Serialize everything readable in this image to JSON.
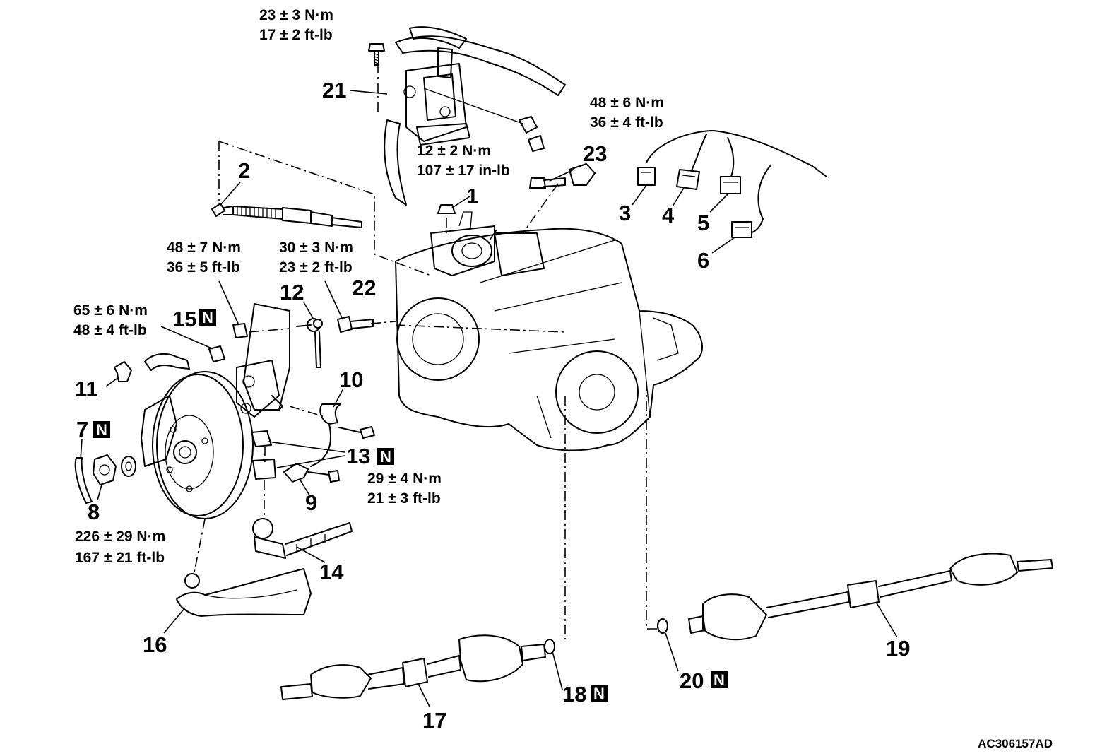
{
  "figure_code": "AC306157AD",
  "new_part_mark": "N",
  "callouts": {
    "c1": "1",
    "c2": "2",
    "c3": "3",
    "c4": "4",
    "c5": "5",
    "c6": "6",
    "c7": "7",
    "c8": "8",
    "c9": "9",
    "c10": "10",
    "c11": "11",
    "c12": "12",
    "c13": "13",
    "c14": "14",
    "c15": "15",
    "c16": "16",
    "c17": "17",
    "c18": "18",
    "c19": "19",
    "c20": "20",
    "c21": "21",
    "c22": "22",
    "c23": "23"
  },
  "torques": {
    "t21": {
      "nm": "23 ± 3 N·m",
      "imp": "17 ± 2 ft-lb"
    },
    "t1": {
      "nm": "12 ± 2 N·m",
      "imp": "107 ± 17 in-lb"
    },
    "t23": {
      "nm": "48 ± 6 N·m",
      "imp": "36 ± 4 ft-lb"
    },
    "t12": {
      "nm": "48 ± 7 N·m",
      "imp": "36 ± 5 ft-lb"
    },
    "t22": {
      "nm": "30 ± 3 N·m",
      "imp": "23 ± 2 ft-lb"
    },
    "t15": {
      "nm": "65 ± 6 N·m",
      "imp": "48 ± 4 ft-lb"
    },
    "t13": {
      "nm": "29 ± 4 N·m",
      "imp": "21 ± 3 ft-lb"
    },
    "t8": {
      "nm": "226 ± 29 N·m",
      "imp": "167 ± 21 ft-lb"
    }
  }
}
